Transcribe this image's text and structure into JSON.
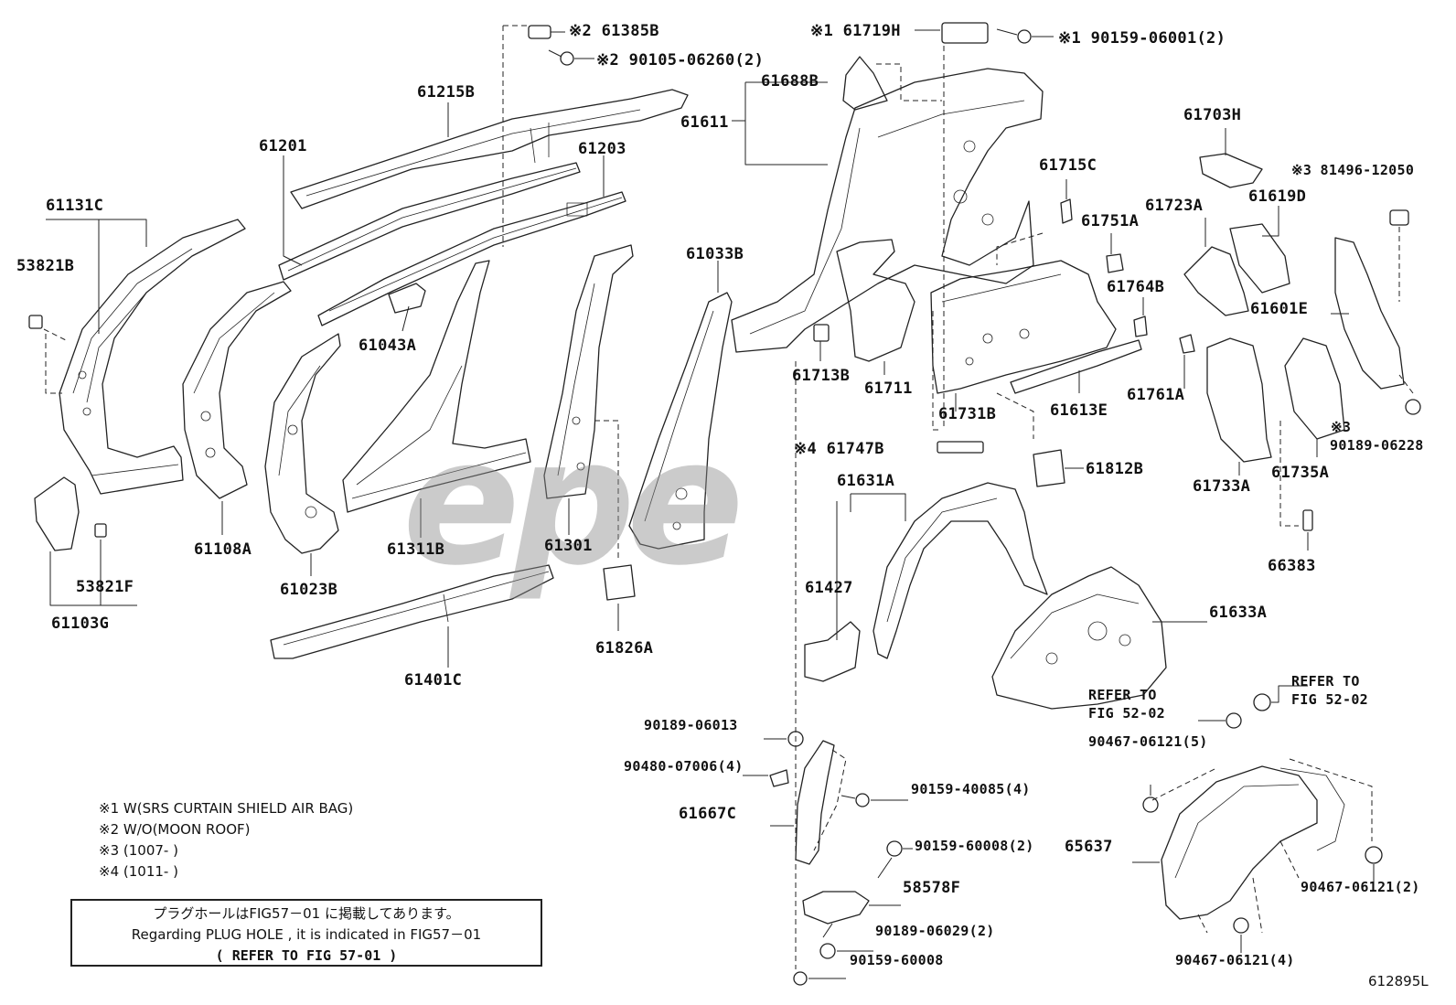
{
  "watermark": "epe",
  "figure_id": "612895L",
  "notes": [
    "※1 W(SRS CURTAIN SHIELD AIR BAG)",
    "※2 W/O(MOON ROOF)",
    "※3 (1007-        )",
    "※4 (1011-        )"
  ],
  "plug_box": {
    "line_jp": "プラグホールはFIG57－01 に掲載してあります。",
    "line_en": "Regarding PLUG HOLE , it is indicated in FIG57－01",
    "line_ref": "(   REFER TO FIG 57-01 )"
  },
  "refer_left": [
    "REFER TO",
    "FIG 52-02"
  ],
  "refer_right": [
    "REFER TO",
    "FIG 52-02"
  ],
  "parts": {
    "p61385B": "※2 61385B",
    "p90105": "※2 90105-06260(2)",
    "p61215B": "61215B",
    "p61201": "61201",
    "p61203": "61203",
    "p61131C": "61131C",
    "p53821B": "53821B",
    "p61043A": "61043A",
    "p61108A": "61108A",
    "p61023B": "61023B",
    "p61311B": "61311B",
    "p61301": "61301",
    "p61033B": "61033B",
    "p53821F": "53821F",
    "p61103G": "61103G",
    "p61401C": "61401C",
    "p61826A": "61826A",
    "p61719H": "※1 61719H",
    "p90159_06001": "※1 90159-06001(2)",
    "p61688B": "61688B",
    "p61611": "61611",
    "p61715C": "61715C",
    "p61703H": "61703H",
    "p81496": "※3 81496-12050",
    "p61723A": "61723A",
    "p61619D": "61619D",
    "p61751A": "61751A",
    "p61764B": "61764B",
    "p61601E": "61601E",
    "p61713B": "61713B",
    "p61711": "61711",
    "p61731B": "61731B",
    "p61613E": "61613E",
    "p61761A": "61761A",
    "p61733A": "61733A",
    "p61735A": "61735A",
    "p90189_06228": "90189-06228",
    "p90189_06228_note": "※3",
    "p61747B": "※4 61747B",
    "p61812B": "61812B",
    "p61631A": "61631A",
    "p61427": "61427",
    "p66383": "66383",
    "p61633A": "61633A",
    "p90189_06013": "90189-06013",
    "p90480": "90480-07006(4)",
    "p90159_40085": "90159-40085(4)",
    "p61667C": "61667C",
    "p90159_60008_2": "90159-60008(2)",
    "p58578F": "58578F",
    "p90189_06029": "90189-06029(2)",
    "p90159_60008": "90159-60008",
    "p90467_5": "90467-06121(5)",
    "p65637": "65637",
    "p90467_2": "90467-06121(2)",
    "p90467_4": "90467-06121(4)"
  }
}
